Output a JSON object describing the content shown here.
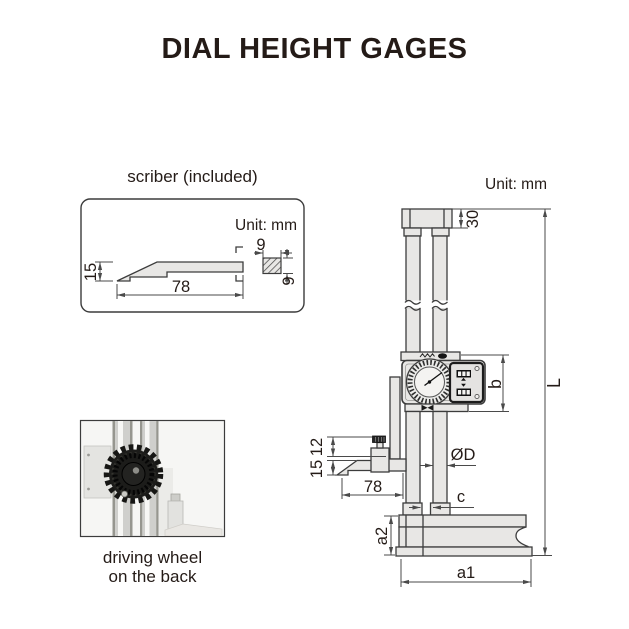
{
  "page": {
    "title": "DIAL HEIGHT GAGES"
  },
  "colors": {
    "ink": "#241b17",
    "outline": "#3c3c3c",
    "dim_line": "#4a4a4a",
    "metal_fill": "#e8e7e5",
    "wheel_black": "#1c1c1a"
  },
  "scriber_panel": {
    "title": "scriber (included)",
    "unit_note": "Unit: mm",
    "dims": {
      "blade_height": "15",
      "blade_length": "78",
      "section_width": "9",
      "section_height": "9"
    }
  },
  "gage_drawing": {
    "unit_note": "Unit: mm",
    "dims": {
      "cap_height": "30",
      "carriage_height": "b",
      "total_height": "L",
      "clamp_height": "12",
      "scriber_tip_height": "15",
      "scriber_reach": "78",
      "column_diameter": "ØD",
      "column_gap": "c",
      "base_height": "a2",
      "base_length": "a1"
    }
  },
  "photo_panel": {
    "caption_line1": "driving wheel",
    "caption_line2": "on the back"
  }
}
